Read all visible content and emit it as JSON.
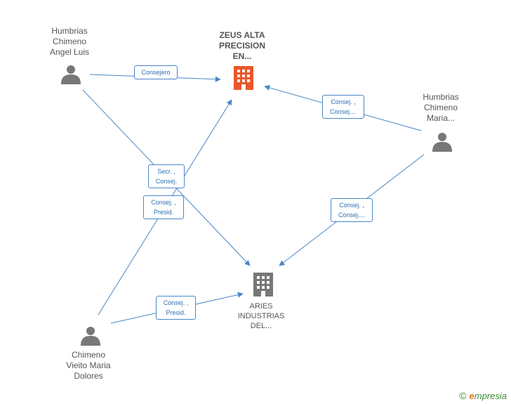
{
  "nodes": {
    "person1": {
      "lines": [
        "Humbrias",
        "Chimeno",
        "Angel Luis"
      ]
    },
    "person2": {
      "lines": [
        "Humbrias",
        "Chimeno",
        "Maria..."
      ]
    },
    "person3": {
      "lines": [
        "Chimeno",
        "Vieito Maria",
        "Dolores"
      ]
    },
    "company1": {
      "lines": [
        "ZEUS ALTA",
        "PRECISION",
        "EN..."
      ]
    },
    "company2": {
      "lines": [
        "ARIES",
        "INDUSTRIAS",
        "DEL..."
      ]
    }
  },
  "edges": {
    "e1": {
      "lines": [
        "Consejero"
      ]
    },
    "e2": {
      "lines": [
        "Consej. ,",
        "Consej...."
      ]
    },
    "e3": {
      "lines": [
        "Secr. ,",
        "Consej."
      ]
    },
    "e4": {
      "lines": [
        "Consej. ,",
        "Presid."
      ]
    },
    "e5": {
      "lines": [
        "Consej. ,",
        "Consej...."
      ]
    },
    "e6": {
      "lines": [
        "Consej. ,",
        "Presid."
      ]
    }
  },
  "brand": {
    "copyright": "©",
    "initial": "e",
    "name": "mpresia"
  },
  "colors": {
    "edge": "#4a86c8",
    "person_icon": "#777777",
    "company_main": "#e8582a",
    "company": "#777777"
  }
}
